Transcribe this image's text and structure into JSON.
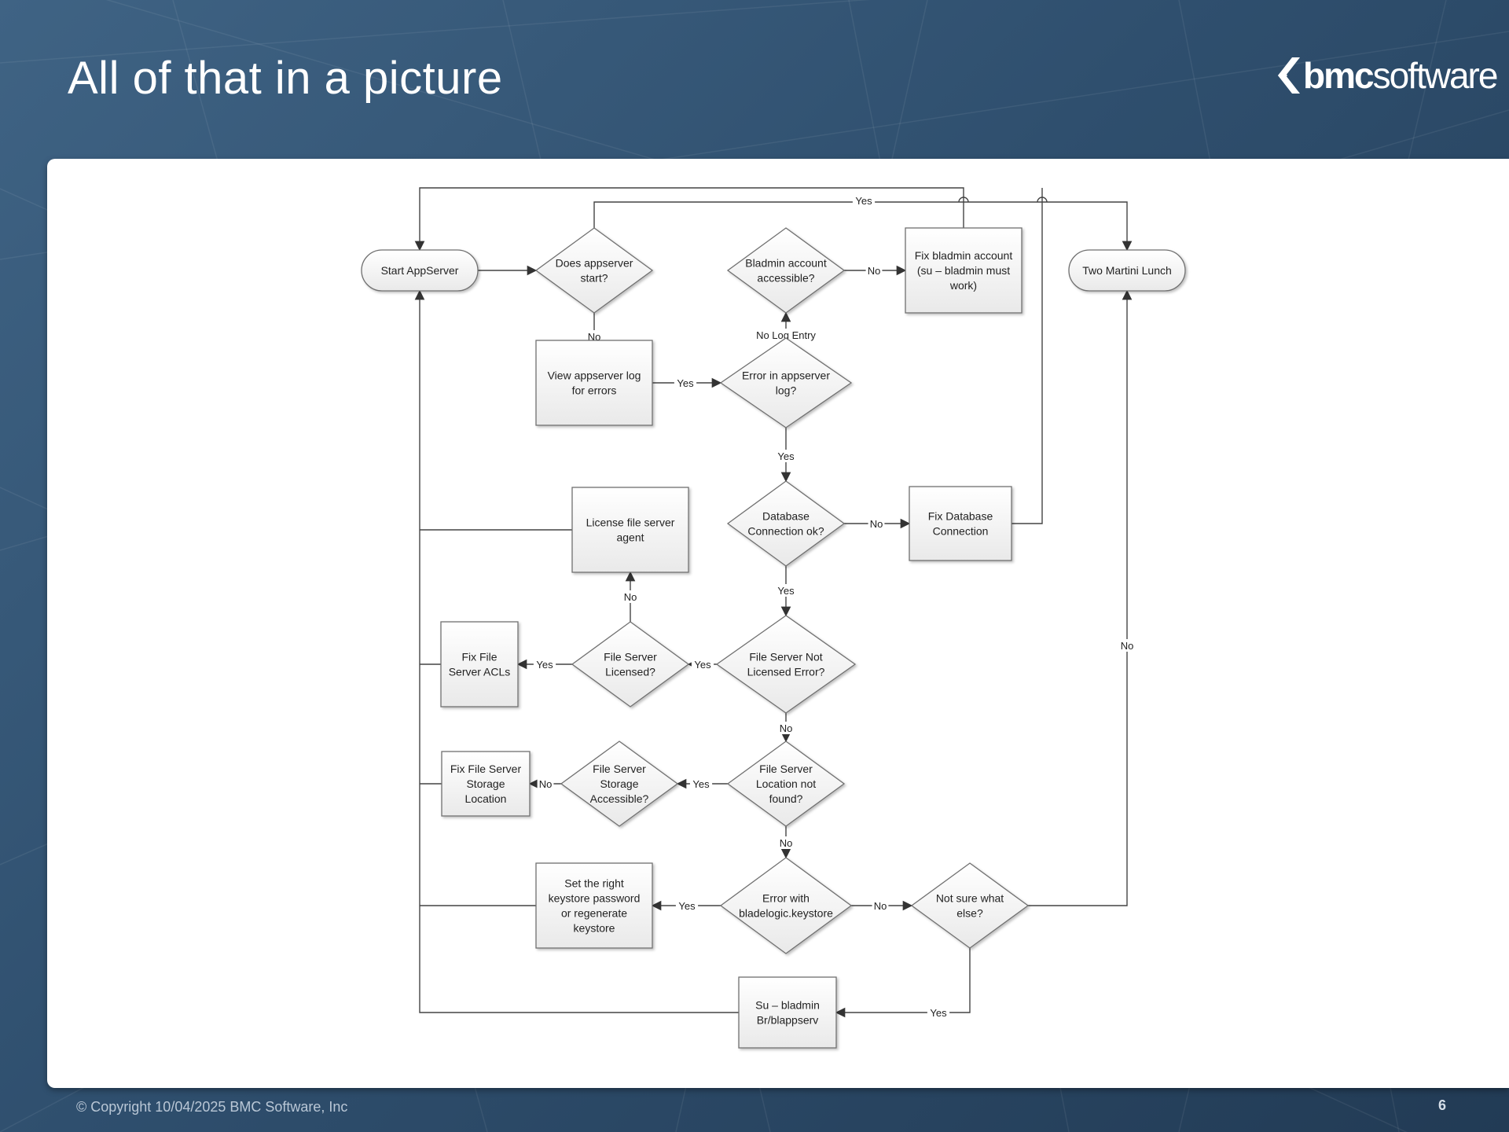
{
  "slide": {
    "title": "All of that in a picture",
    "logo": {
      "text_bold": "bmc",
      "text_regular": "software"
    },
    "footer": {
      "copyright": "© Copyright 10/04/2025 BMC Software, Inc",
      "page": "6"
    }
  },
  "flowchart": {
    "nodes": [
      {
        "id": "start",
        "shape": "terminator",
        "lines": [
          "Start AppServer"
        ]
      },
      {
        "id": "appstart",
        "shape": "decision",
        "lines": [
          "Does appserver",
          "start?"
        ]
      },
      {
        "id": "bladmin",
        "shape": "decision",
        "lines": [
          "Bladmin account",
          "accessible?"
        ]
      },
      {
        "id": "fixbladmin",
        "shape": "process",
        "lines": [
          "Fix bladmin account",
          "(su – bladmin must",
          "work)"
        ]
      },
      {
        "id": "martini",
        "shape": "terminator",
        "lines": [
          "Two Martini Lunch"
        ]
      },
      {
        "id": "viewlog",
        "shape": "process",
        "lines": [
          "View appserver log",
          "for errors"
        ]
      },
      {
        "id": "errlog",
        "shape": "decision",
        "lines": [
          "Error in appserver",
          "log?"
        ]
      },
      {
        "id": "dbok",
        "shape": "decision",
        "lines": [
          "Database",
          "Connection ok?"
        ]
      },
      {
        "id": "fixdb",
        "shape": "process",
        "lines": [
          "Fix Database",
          "Connection"
        ]
      },
      {
        "id": "license",
        "shape": "process",
        "lines": [
          "License file server",
          "agent"
        ]
      },
      {
        "id": "fslic",
        "shape": "decision",
        "lines": [
          "File Server",
          "Licensed?"
        ]
      },
      {
        "id": "fsnotlic",
        "shape": "decision",
        "lines": [
          "File Server Not",
          "Licensed Error?"
        ]
      },
      {
        "id": "fixacl",
        "shape": "process",
        "lines": [
          "Fix File",
          "Server ACLs"
        ]
      },
      {
        "id": "fixstorage",
        "shape": "process",
        "lines": [
          "Fix File Server",
          "Storage",
          "Location"
        ]
      },
      {
        "id": "fsacc",
        "shape": "decision",
        "lines": [
          "File Server",
          "Storage",
          "Accessible?"
        ]
      },
      {
        "id": "fsloc",
        "shape": "decision",
        "lines": [
          "File Server",
          "Location not",
          "found?"
        ]
      },
      {
        "id": "keystorefix",
        "shape": "process",
        "lines": [
          "Set the right",
          "keystore password",
          "or regenerate",
          "keystore"
        ]
      },
      {
        "id": "keystore",
        "shape": "decision",
        "lines": [
          "Error with",
          "bladelogic.keystore"
        ]
      },
      {
        "id": "notsure",
        "shape": "decision",
        "lines": [
          "Not sure what",
          "else?"
        ]
      },
      {
        "id": "subladmin",
        "shape": "process",
        "lines": [
          "Su – bladmin",
          "Br/blappserv"
        ]
      }
    ],
    "edges": [
      {
        "from": "start",
        "to": "appstart",
        "label": ""
      },
      {
        "from": "appstart",
        "to": "martini",
        "label": "Yes"
      },
      {
        "from": "appstart",
        "to": "viewlog",
        "label": "No"
      },
      {
        "from": "viewlog",
        "to": "errlog",
        "label": "Yes"
      },
      {
        "from": "errlog",
        "to": "bladmin",
        "label": "No Log Entry"
      },
      {
        "from": "bladmin",
        "to": "fixbladmin",
        "label": "No"
      },
      {
        "from": "fixbladmin",
        "to": "start",
        "label": ""
      },
      {
        "from": "errlog",
        "to": "dbok",
        "label": "Yes"
      },
      {
        "from": "dbok",
        "to": "fixdb",
        "label": "No"
      },
      {
        "from": "fixdb",
        "to": "start",
        "label": ""
      },
      {
        "from": "dbok",
        "to": "fsnotlic",
        "label": "Yes"
      },
      {
        "from": "fsnotlic",
        "to": "fslic",
        "label": "Yes"
      },
      {
        "from": "fslic",
        "to": "license",
        "label": "No"
      },
      {
        "from": "fslic",
        "to": "fixacl",
        "label": "Yes"
      },
      {
        "from": "license",
        "to": "start",
        "label": ""
      },
      {
        "from": "fixacl",
        "to": "start",
        "label": ""
      },
      {
        "from": "fsnotlic",
        "to": "fsloc",
        "label": "No"
      },
      {
        "from": "fsloc",
        "to": "fsacc",
        "label": "Yes"
      },
      {
        "from": "fsacc",
        "to": "fixstorage",
        "label": "No"
      },
      {
        "from": "fixstorage",
        "to": "start",
        "label": ""
      },
      {
        "from": "fsloc",
        "to": "keystore",
        "label": "No"
      },
      {
        "from": "keystore",
        "to": "keystorefix",
        "label": "Yes"
      },
      {
        "from": "keystore",
        "to": "notsure",
        "label": "No"
      },
      {
        "from": "keystorefix",
        "to": "start",
        "label": ""
      },
      {
        "from": "notsure",
        "to": "martini",
        "label": "No"
      },
      {
        "from": "notsure",
        "to": "subladmin",
        "label": "Yes"
      },
      {
        "from": "subladmin",
        "to": "start",
        "label": ""
      }
    ]
  }
}
